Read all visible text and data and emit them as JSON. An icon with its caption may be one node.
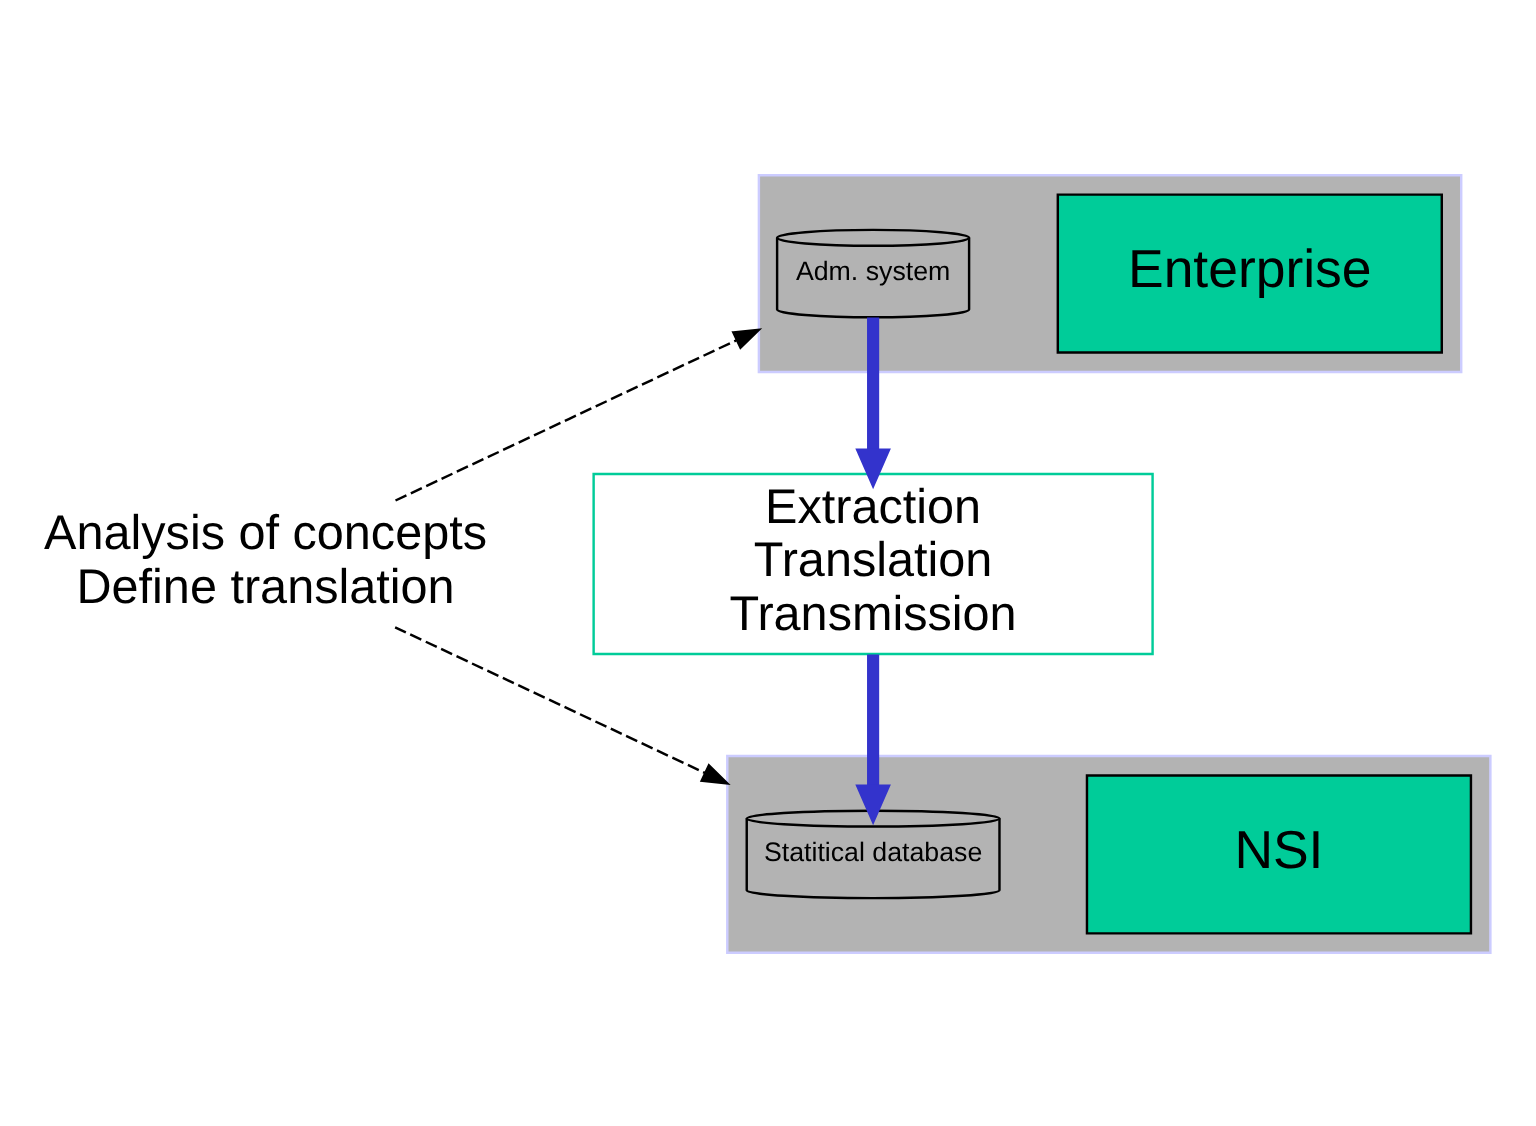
{
  "diagram": {
    "nodes": [
      {
        "text": [],
        "shape": "box"
      },
      {
        "text": [
          "Adm. system"
        ],
        "in": 0
      },
      {
        "text": [
          "Enterprise"
        ],
        "in": 0
      },
      {
        "text": [
          "Extraction",
          "Translation",
          "Transmission"
        ]
      },
      {
        "text": [],
        "shape": "box"
      },
      {
        "text": [
          "Statitical database"
        ],
        "in": 4
      },
      {
        "text": [
          "NSI"
        ],
        "in": 4
      },
      {
        "text": [
          "Analysis of concepts",
          "Define translation"
        ]
      }
    ],
    "edges": [
      {
        "from": 1,
        "to": 3,
        "arrow": "to",
        "style": "thick",
        "color": "#3333cc"
      },
      {
        "from": 3,
        "to": 5,
        "arrow": "to",
        "style": "thick",
        "color": "#3333cc"
      },
      {
        "from": 7,
        "to": 0,
        "arrow": "to",
        "style": "dashed",
        "color": "#000000"
      },
      {
        "from": 7,
        "to": 4,
        "arrow": "to",
        "style": "dashed",
        "color": "#000000"
      }
    ]
  }
}
